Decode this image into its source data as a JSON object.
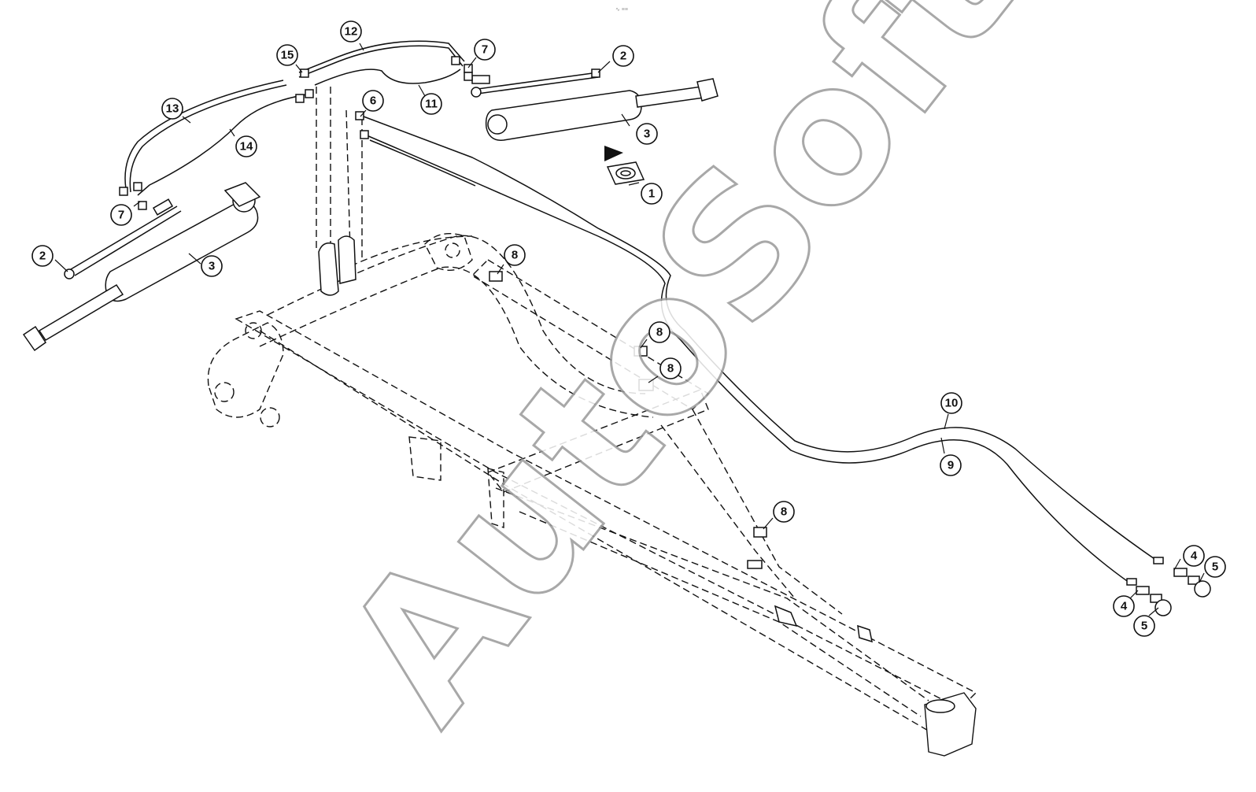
{
  "top_mark": "∿ ≡≡",
  "watermark": "AutoSoft",
  "callouts": [
    {
      "id": "c1",
      "label": "1"
    },
    {
      "id": "c2a",
      "label": "2"
    },
    {
      "id": "c2b",
      "label": "2"
    },
    {
      "id": "c3a",
      "label": "3"
    },
    {
      "id": "c3b",
      "label": "3"
    },
    {
      "id": "c4a",
      "label": "4"
    },
    {
      "id": "c4b",
      "label": "4"
    },
    {
      "id": "c5a",
      "label": "5"
    },
    {
      "id": "c5b",
      "label": "5"
    },
    {
      "id": "c6",
      "label": "6"
    },
    {
      "id": "c7a",
      "label": "7"
    },
    {
      "id": "c7b",
      "label": "7"
    },
    {
      "id": "c8a",
      "label": "8"
    },
    {
      "id": "c8b",
      "label": "8"
    },
    {
      "id": "c8c",
      "label": "8"
    },
    {
      "id": "c8d",
      "label": "8"
    },
    {
      "id": "c9",
      "label": "9"
    },
    {
      "id": "c10",
      "label": "10"
    },
    {
      "id": "c11",
      "label": "11"
    },
    {
      "id": "c12",
      "label": "12"
    },
    {
      "id": "c13",
      "label": "13"
    },
    {
      "id": "c14",
      "label": "14"
    },
    {
      "id": "c15",
      "label": "15"
    }
  ]
}
